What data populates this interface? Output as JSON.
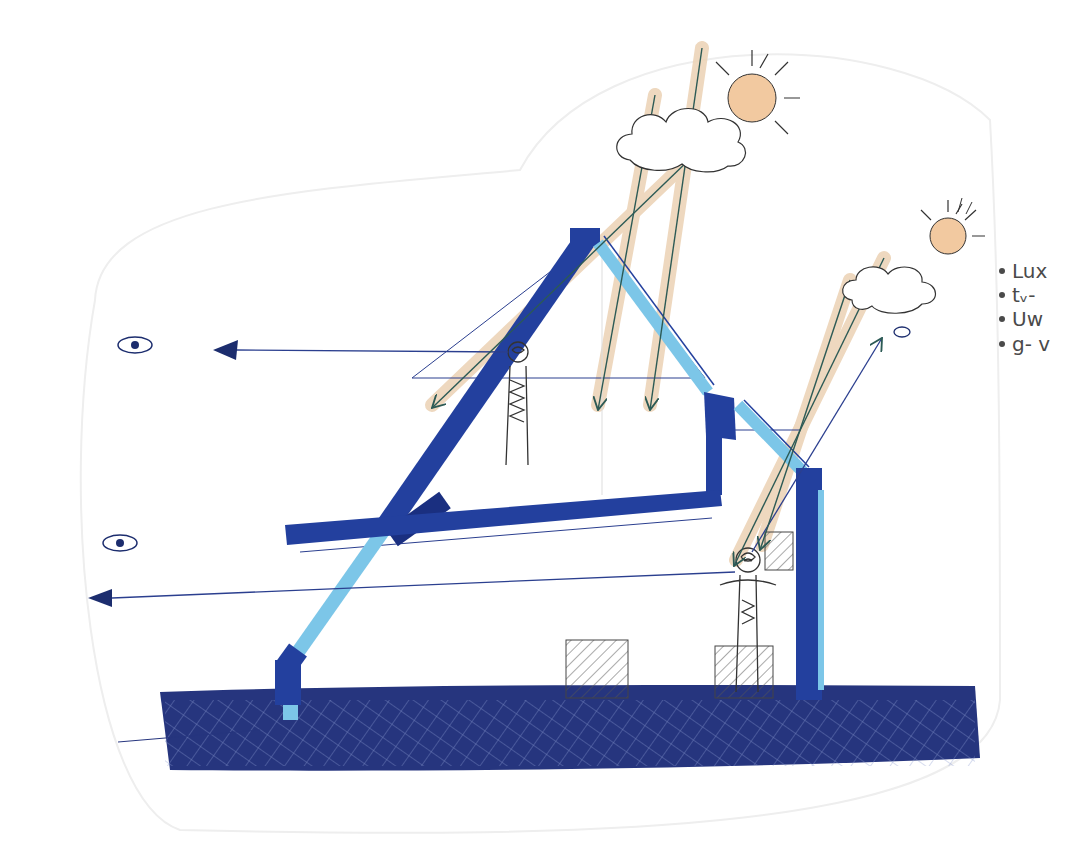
{
  "diagram": {
    "labels": [
      "Lux",
      "tᵥ-",
      "Uw",
      "g- v"
    ]
  }
}
